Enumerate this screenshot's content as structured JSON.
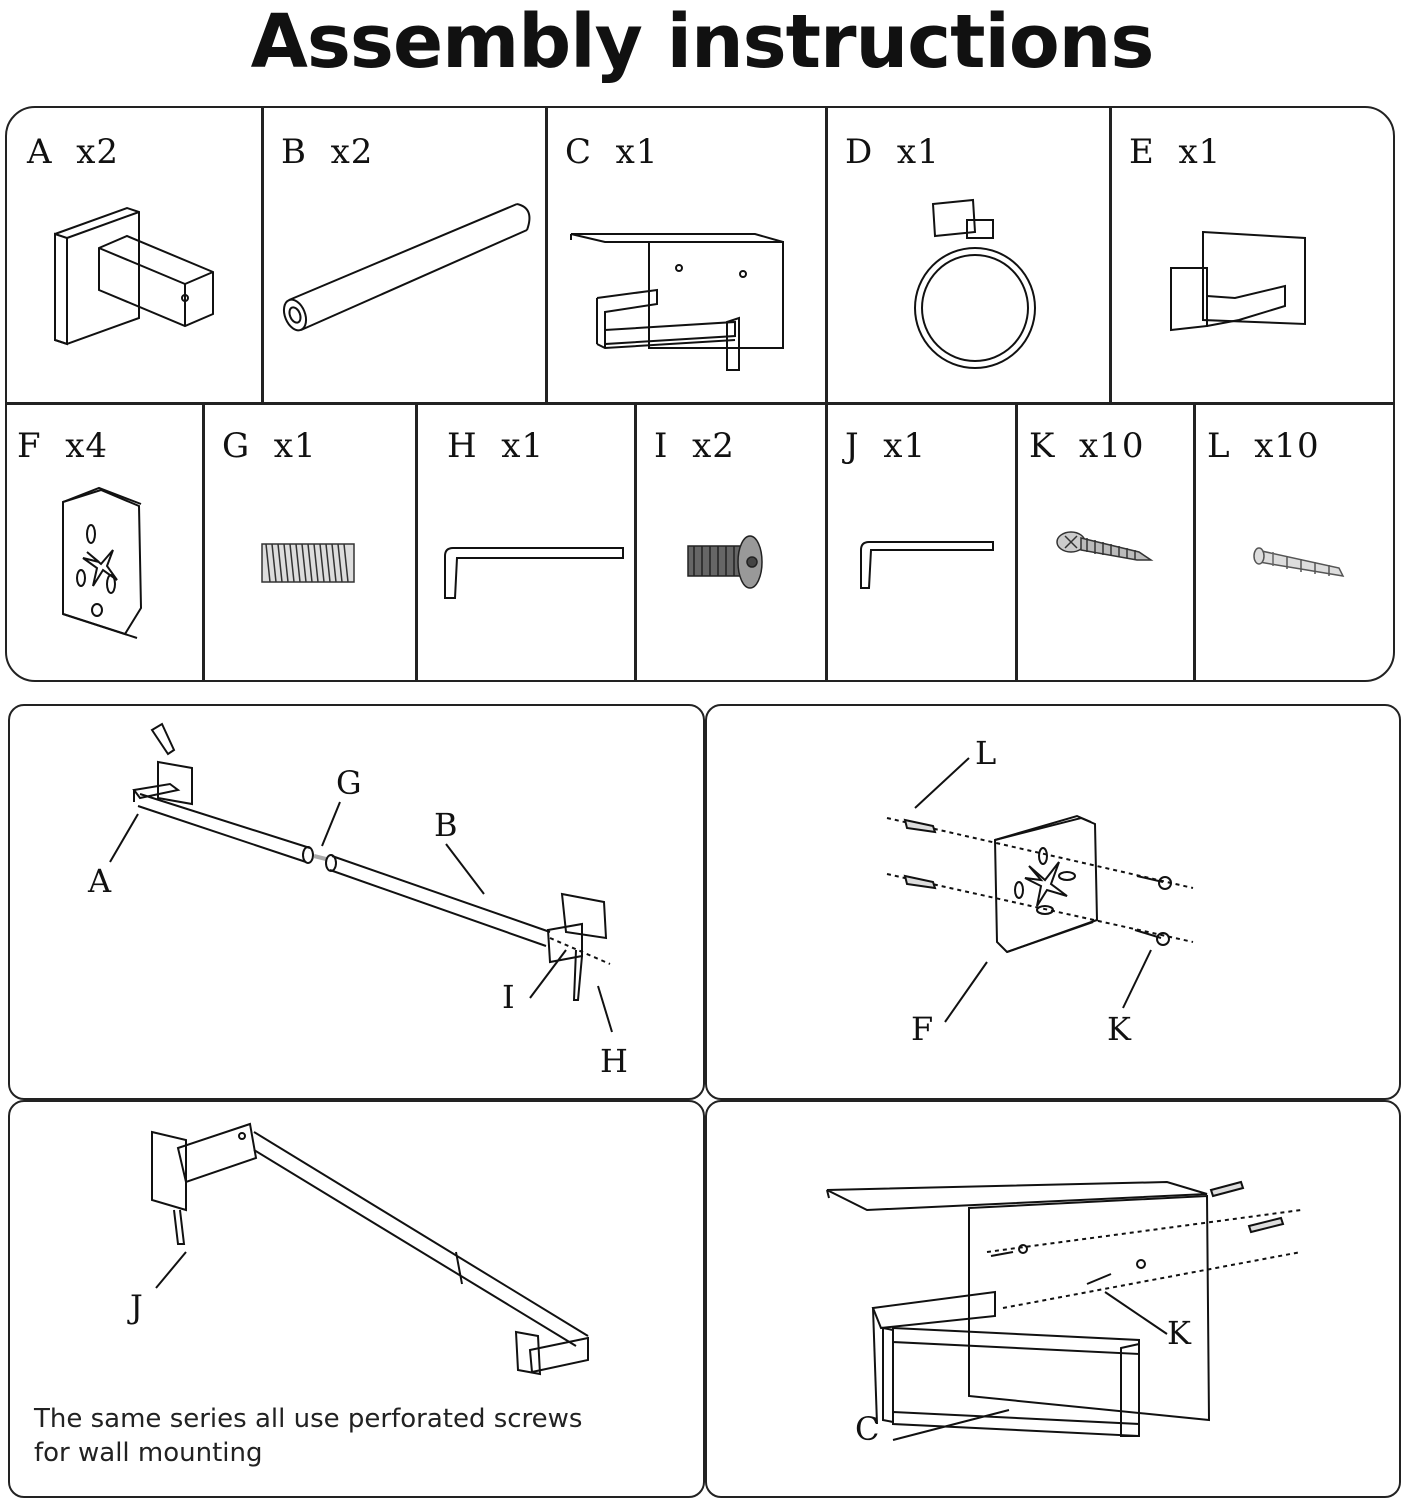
{
  "title": "Assembly instructions",
  "parts": [
    {
      "letter": "A",
      "qty": "x2",
      "icon": "wall-mount-post-icon"
    },
    {
      "letter": "B",
      "qty": "x2",
      "icon": "towel-rod-icon"
    },
    {
      "letter": "C",
      "qty": "x1",
      "icon": "paper-holder-shelf-icon"
    },
    {
      "letter": "D",
      "qty": "x1",
      "icon": "towel-ring-icon"
    },
    {
      "letter": "E",
      "qty": "x1",
      "icon": "robe-hook-icon"
    },
    {
      "letter": "F",
      "qty": "x4",
      "icon": "mounting-plate-icon"
    },
    {
      "letter": "G",
      "qty": "x1",
      "icon": "threaded-connector-icon"
    },
    {
      "letter": "H",
      "qty": "x1",
      "icon": "large-allen-key-icon"
    },
    {
      "letter": "I",
      "qty": "x2",
      "icon": "set-screw-icon"
    },
    {
      "letter": "J",
      "qty": "x1",
      "icon": "small-allen-key-icon"
    },
    {
      "letter": "K",
      "qty": "x10",
      "icon": "wood-screw-icon"
    },
    {
      "letter": "L",
      "qty": "x10",
      "icon": "wall-anchor-icon"
    }
  ],
  "steps": {
    "step1": {
      "labels": {
        "a": "A",
        "g": "G",
        "b": "B",
        "i": "I",
        "h": "H"
      }
    },
    "step2": {
      "labels": {
        "l": "L",
        "f": "F",
        "k": "K"
      }
    },
    "step3": {
      "labels": {
        "j": "J"
      },
      "note": "The same series all use perforated screws for wall mounting"
    },
    "step4": {
      "labels": {
        "k": "K",
        "c": "C"
      }
    }
  }
}
